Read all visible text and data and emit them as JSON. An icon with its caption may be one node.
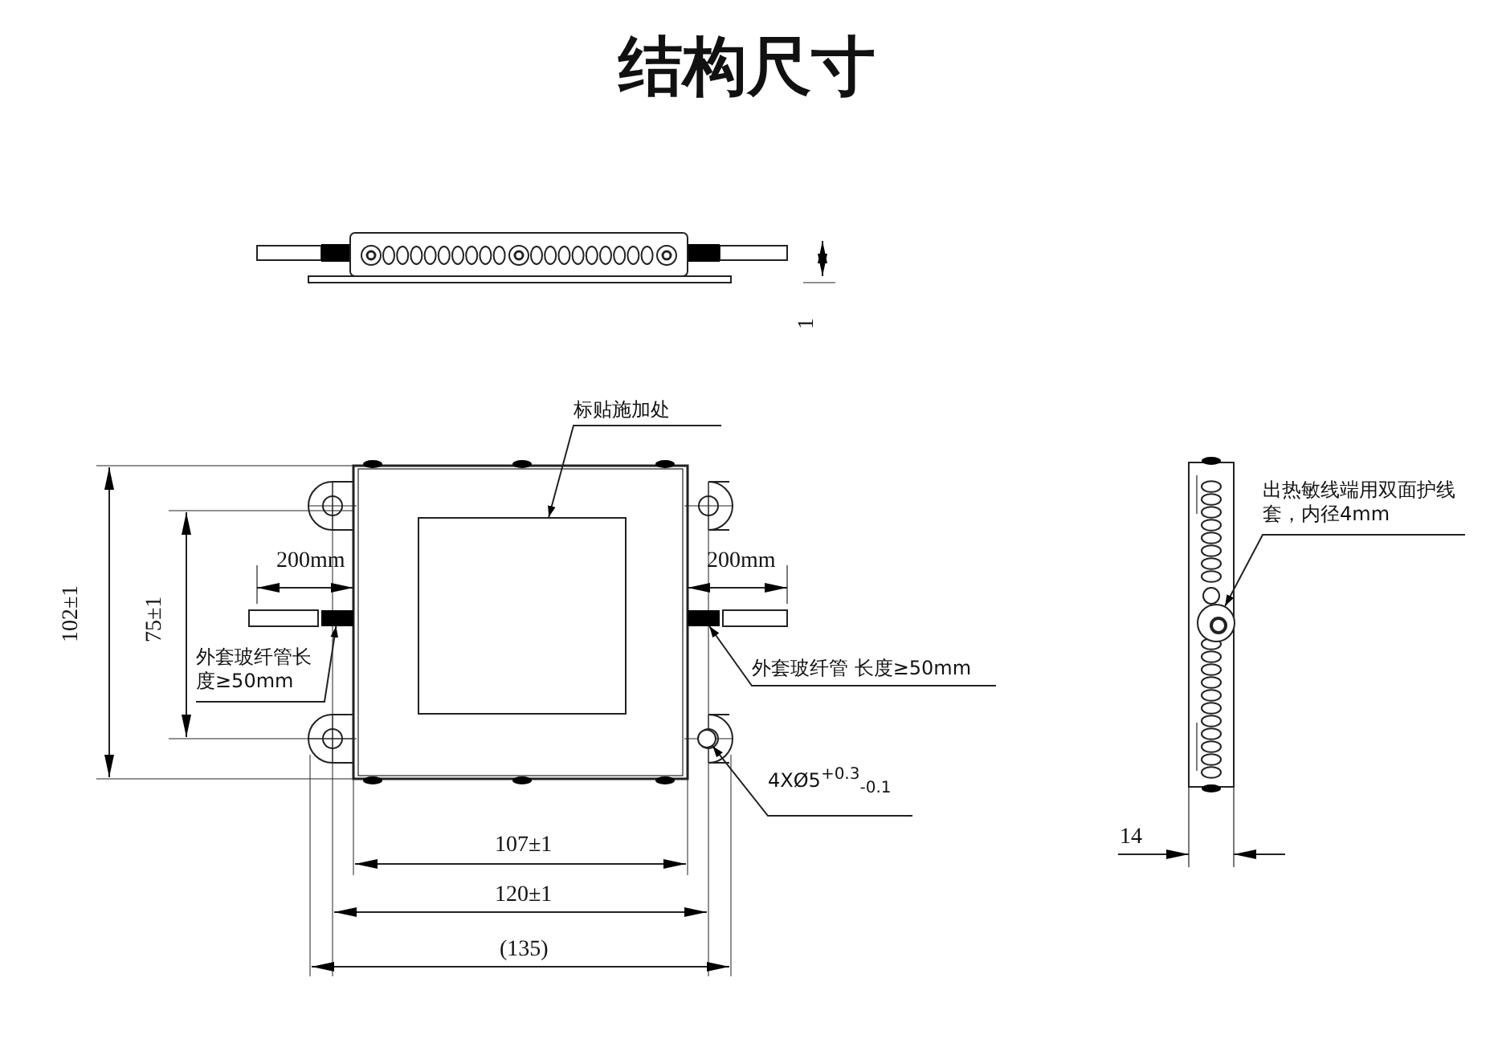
{
  "diagram": {
    "title": "结构尺寸",
    "nodes": [
      {
        "text": [
          "标贴施加处"
        ]
      },
      {
        "text": [],
        "shape": "box"
      },
      {
        "text": [
          "外套玻纤管长度≥50mm"
        ]
      },
      {
        "text": [],
        "shape": "bar"
      },
      {
        "text": [
          "外套玻纤管 长度≥50mm"
        ]
      },
      {
        "text": [],
        "shape": "bar"
      },
      {
        "text": [
          "4XØ5$^{+0.3}$$_{-0.1}$"
        ]
      },
      {
        "text": [],
        "shape": "circle"
      },
      {
        "text": [
          "出热敏线端用双面护线套，内径4mm"
        ]
      },
      {
        "text": [],
        "shape": "circle"
      }
    ],
    "edges": [
      {
        "from": 0,
        "to": 1,
        "arrow": "to"
      },
      {
        "from": 2,
        "to": 3,
        "arrow": "to"
      },
      {
        "from": 4,
        "to": 5,
        "arrow": "to"
      },
      {
        "from": 6,
        "to": 7,
        "arrow": "to"
      },
      {
        "from": 8,
        "to": 9,
        "arrow": "to"
      }
    ],
    "labels": [
      "1",
      "200mm",
      "200mm",
      "102±1",
      "75±1",
      "107±1",
      "120±1",
      "(135)",
      "14"
    ]
  }
}
